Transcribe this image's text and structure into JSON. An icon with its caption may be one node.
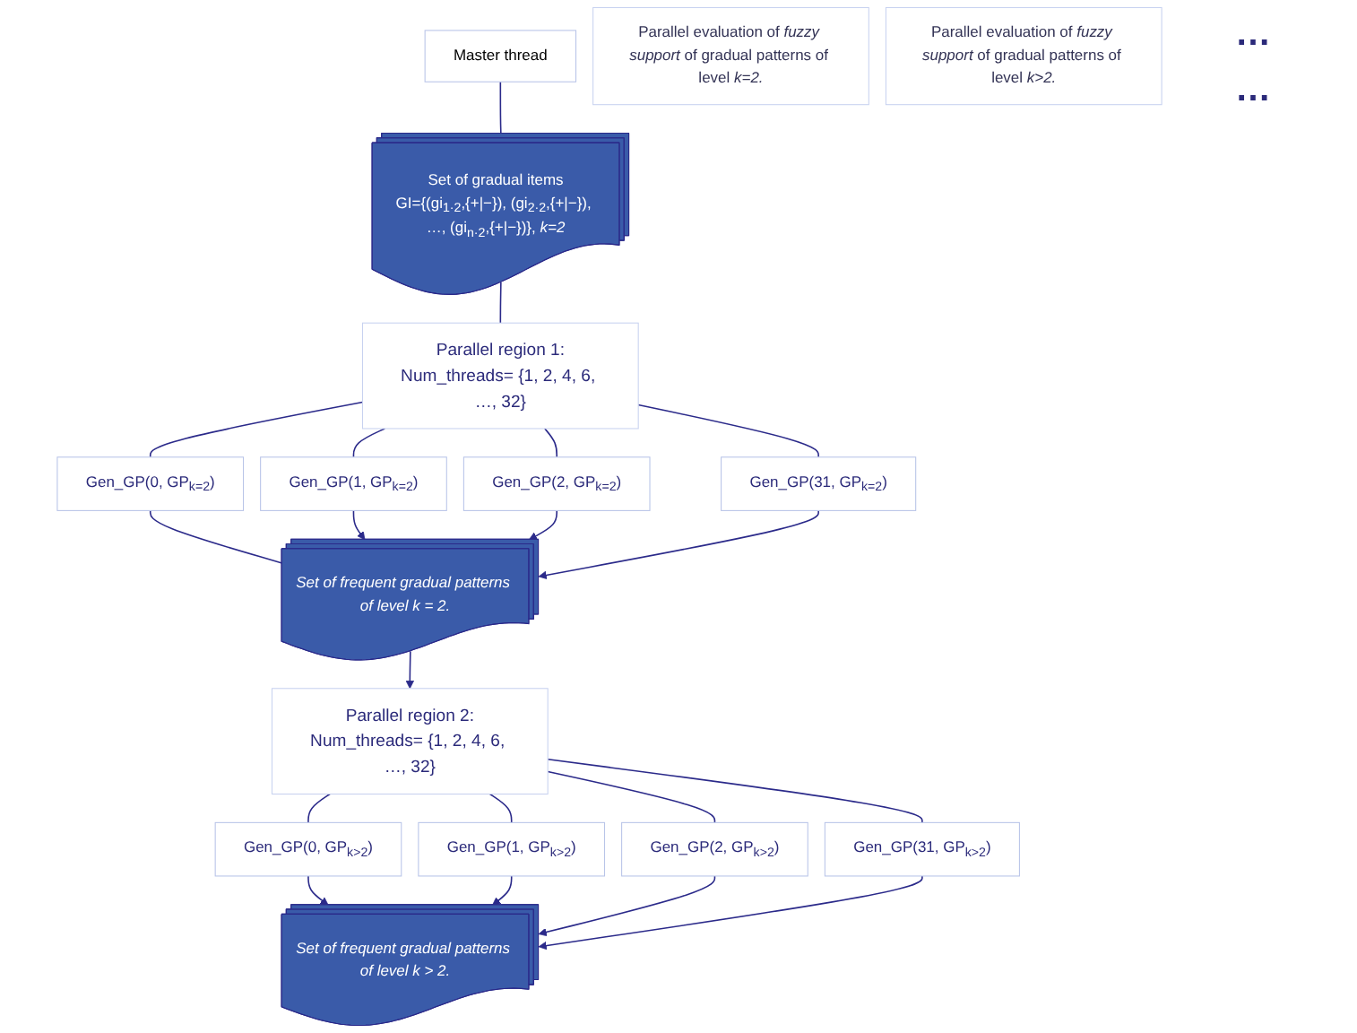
{
  "diagram": {
    "nodes": [
      {
        "text": [
          "Master thread"
        ]
      },
      {
        "text": [
          "Set of gradual items",
          "GI={(gi$_{1·2}$,{+|−}), (gi$_{2·2}$,{+|−}), …, (gi$_{n·2}$,{+|−})}, *k=2*"
        ]
      },
      {
        "text": [
          "Parallel region 1:",
          "Num_threads= {1, 2, 4, 6, …, 32}"
        ]
      },
      {
        "text": [
          "Parallel evaluation of *fuzzy support* of gradual patterns of level *k=2.*"
        ]
      },
      {
        "text": [
          "Gen_GP(0, GP$_{k=2}$)"
        ]
      },
      {
        "text": [
          "Gen_GP(1, GP$_{k=2}$)"
        ]
      },
      {
        "text": [
          "Gen_GP(2, GP$_{k=2}$)"
        ]
      },
      {
        "text": [
          "Gen_GP(31, GP$_{k=2}$)"
        ]
      },
      {
        "text": [
          "Set of frequent gradual patterns of level k = 2."
        ]
      },
      {
        "text": [
          "Parallel region 2:",
          "Num_threads= {1, 2, 4, 6, …, 32}"
        ]
      },
      {
        "text": [
          "Parallel evaluation of *fuzzy support* of gradual patterns of level *k>2.*"
        ]
      },
      {
        "text": [
          "Gen_GP(0, GP$_{k>2}$)"
        ]
      },
      {
        "text": [
          "Gen_GP(1, GP$_{k>2}$)"
        ]
      },
      {
        "text": [
          "Gen_GP(2, GP$_{k>2}$)"
        ]
      },
      {
        "text": [
          "Gen_GP(31, GP$_{k>2}$)"
        ]
      },
      {
        "text": [
          "Set of frequent gradual patterns of level k > 2."
        ]
      }
    ],
    "edges": [
      {
        "from": 0,
        "to": 1,
        "arrow": "none"
      },
      {
        "from": 1,
        "to": 2,
        "arrow": "none"
      },
      {
        "from": 2,
        "to": 4,
        "arrow": "none"
      },
      {
        "from": 2,
        "to": 5,
        "arrow": "none"
      },
      {
        "from": 2,
        "to": 6,
        "arrow": "none"
      },
      {
        "from": 2,
        "to": 7,
        "arrow": "none"
      },
      {
        "from": 4,
        "to": 8,
        "arrow": "none"
      },
      {
        "from": 5,
        "to": 8,
        "arrow": "to"
      },
      {
        "from": 6,
        "to": 8,
        "arrow": "to"
      },
      {
        "from": 7,
        "to": 8,
        "arrow": "to"
      },
      {
        "from": 8,
        "to": 9,
        "arrow": "to"
      },
      {
        "from": 9,
        "to": 11,
        "arrow": "none"
      },
      {
        "from": 9,
        "to": 12,
        "arrow": "none"
      },
      {
        "from": 9,
        "to": 13,
        "arrow": "none"
      },
      {
        "from": 9,
        "to": 14,
        "arrow": "none"
      },
      {
        "from": 11,
        "to": 15,
        "arrow": "to"
      },
      {
        "from": 12,
        "to": 15,
        "arrow": "to"
      },
      {
        "from": 13,
        "to": 15,
        "arrow": "to"
      },
      {
        "from": 14,
        "to": 15,
        "arrow": "to"
      }
    ],
    "labels": [
      "…",
      "…"
    ]
  }
}
